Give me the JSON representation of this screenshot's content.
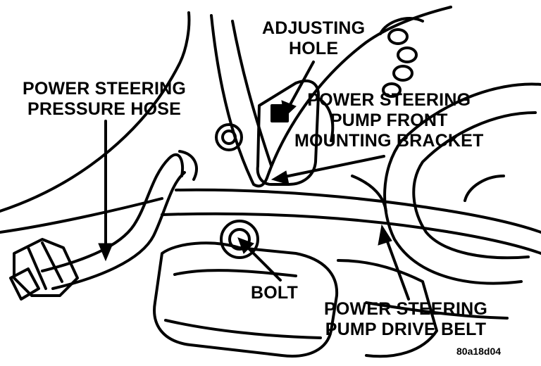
{
  "labels": {
    "adjusting_hole": [
      "ADJUSTING",
      "HOLE"
    ],
    "pressure_hose": [
      "POWER STEERING",
      "PRESSURE HOSE"
    ],
    "front_bracket": [
      "POWER STEERING",
      "PUMP FRONT",
      "MOUNTING BRACKET"
    ],
    "bolt": "BOLT",
    "drive_belt": [
      "POWER STEERING",
      "PUMP DRIVE BELT"
    ]
  },
  "figure_code": "80a18d04",
  "colors": {
    "ink": "#000000",
    "paper": "#ffffff"
  }
}
